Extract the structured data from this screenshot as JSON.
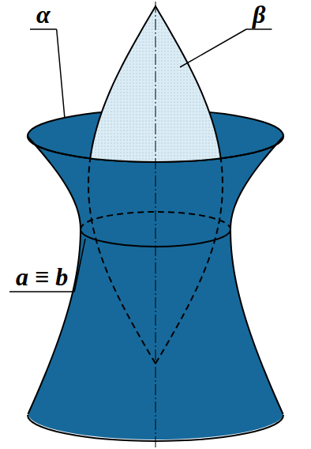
{
  "diagram": {
    "labels": [
      "α",
      "β",
      "a ≡ b"
    ]
  }
}
